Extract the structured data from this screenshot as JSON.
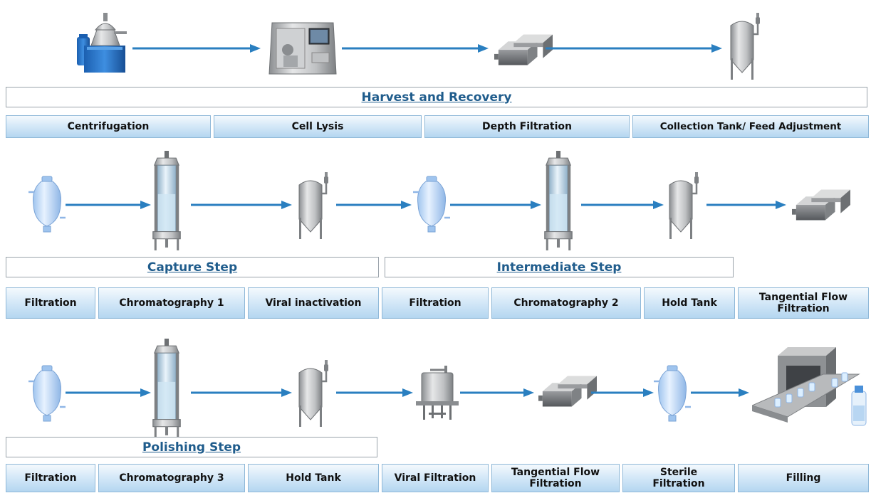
{
  "sections": [
    {
      "title": "Harvest and Recovery",
      "steps": [
        "Centrifugation",
        "Cell Lysis",
        "Depth Filtration",
        "Collection Tank/ Feed Adjustment"
      ],
      "equipment": [
        "centrifuge-icon",
        "cell-lysis-machine-icon",
        "depth-filter-icon",
        "collection-tank-icon"
      ]
    },
    {
      "titles": [
        "Capture Step",
        "Intermediate Step"
      ],
      "steps": [
        "Filtration",
        "Chromatography 1",
        "Viral inactivation",
        "Filtration",
        "Chromatography 2",
        "Hold Tank",
        "Tangential Flow\nFiltration"
      ],
      "equipment": [
        "filter-vessel-icon",
        "chromatography-column-icon",
        "hold-tank-icon",
        "filter-vessel-icon",
        "chromatography-column-icon",
        "hold-tank-icon",
        "tff-module-icon"
      ]
    },
    {
      "title": "Polishing Step",
      "steps": [
        "Filtration",
        "Chromatography 3",
        "Hold Tank",
        "Viral Filtration",
        "Tangential Flow\nFiltration",
        "Sterile\nFiltration",
        "Filling"
      ],
      "equipment": [
        "filter-vessel-icon",
        "chromatography-column-icon",
        "hold-tank-icon",
        "viral-filter-icon",
        "tff-module-icon",
        "filter-vessel-icon",
        "filling-machine-icon"
      ]
    }
  ],
  "colors": {
    "arrow": "#2a7fc0",
    "title_text": "#1f5c8c",
    "step_border": "#8fb8d8"
  }
}
